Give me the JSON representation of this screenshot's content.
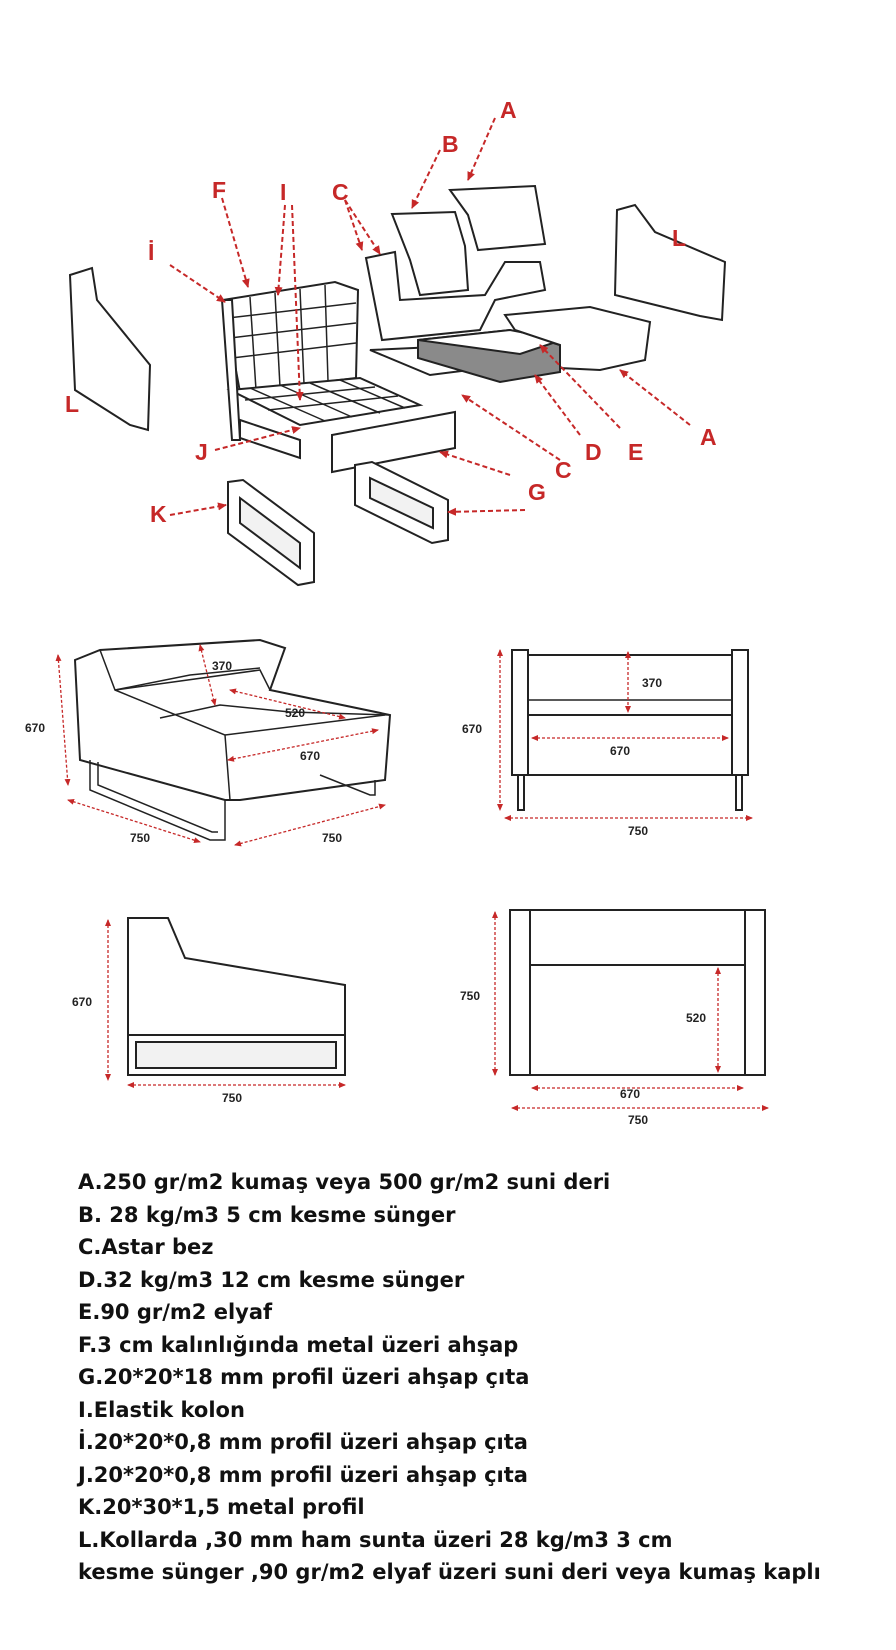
{
  "callouts": {
    "A_top": "A",
    "B": "B",
    "C_top": "C",
    "F": "F",
    "I": "I",
    "I_dot": "İ",
    "L_left": "L",
    "L_right": "L",
    "J": "J",
    "K": "K",
    "G": "G",
    "C_bottom": "C",
    "D": "D",
    "E": "E",
    "A_bottom": "A"
  },
  "dimensions": {
    "iso_370": "370",
    "iso_520": "520",
    "iso_670_seat": "670",
    "iso_670_height": "670",
    "iso_750_left": "750",
    "iso_750_right": "750",
    "front_370": "370",
    "front_670_height": "670",
    "front_670_width": "670",
    "front_750": "750",
    "side_670": "670",
    "side_750": "750",
    "top_750_depth": "750",
    "top_520": "520",
    "top_670": "670",
    "top_750_width": "750"
  },
  "legend": [
    "A.250 gr/m2 kumaş veya 500 gr/m2 suni deri",
    "B. 28 kg/m3 5 cm kesme sünger",
    "C.Astar bez",
    "D.32 kg/m3 12 cm kesme sünger",
    "E.90 gr/m2 elyaf",
    "F.3 cm kalınlığında metal üzeri ahşap",
    "G.20*20*18 mm profil üzeri ahşap çıta",
    "I.Elastik kolon",
    "İ.20*20*0,8 mm  profil üzeri ahşap çıta",
    "J.20*20*0,8 mm  profil üzeri ahşap çıta",
    "K.20*30*1,5 metal profil",
    "L.Kollarda ,30 mm ham sunta üzeri 28 kg/m3 3 cm",
    "kesme sünger ,90 gr/m2 elyaf üzeri suni deri veya kumaş kaplı"
  ]
}
